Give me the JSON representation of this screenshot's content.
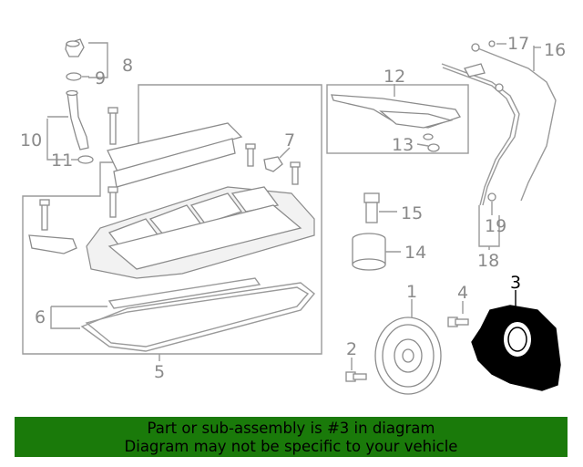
{
  "callouts": [
    {
      "id": "c1",
      "text": "1"
    },
    {
      "id": "c2",
      "text": "2"
    },
    {
      "id": "c3",
      "text": "3"
    },
    {
      "id": "c4",
      "text": "4"
    },
    {
      "id": "c5",
      "text": "5"
    },
    {
      "id": "c6",
      "text": "6"
    },
    {
      "id": "c7",
      "text": "7"
    },
    {
      "id": "c8",
      "text": "8"
    },
    {
      "id": "c9",
      "text": "9"
    },
    {
      "id": "c10",
      "text": "10"
    },
    {
      "id": "c11",
      "text": "11"
    },
    {
      "id": "c12",
      "text": "12"
    },
    {
      "id": "c13",
      "text": "13"
    },
    {
      "id": "c14",
      "text": "14"
    },
    {
      "id": "c15",
      "text": "15"
    },
    {
      "id": "c16",
      "text": "16"
    },
    {
      "id": "c17",
      "text": "17"
    },
    {
      "id": "c18",
      "text": "18"
    },
    {
      "id": "c19",
      "text": "19"
    }
  ],
  "highlighted_part": "3",
  "colors": {
    "banner_bg": "#1a7a0a",
    "line_gray": "#9a9a9a",
    "highlight": "#000000"
  },
  "banner": {
    "line1": "Part or sub-assembly is #3 in diagram",
    "line2": "Diagram may not be specific to your vehicle"
  }
}
